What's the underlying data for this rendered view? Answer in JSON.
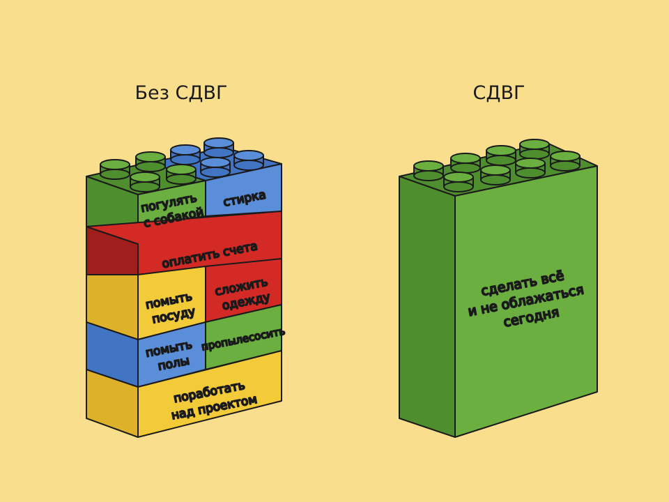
{
  "headings": {
    "left": "Без СДВГ",
    "right": "СДВГ"
  },
  "colors": {
    "background": "#F9DE8E",
    "green": "#6AAF3F",
    "green_dark": "#4E8E2E",
    "blue": "#5B8ED8",
    "blue_dark": "#4274C4",
    "red": "#D32A25",
    "red_dark": "#A01E1B",
    "yellow": "#F3CB38",
    "yellow_dark": "#DDB12A",
    "outline": "#1a1a1a"
  },
  "left_blocks": {
    "walk_dog": [
      "погулять",
      "с собакой"
    ],
    "laundry": [
      "стирка"
    ],
    "pay_bills": [
      "оплатить счета"
    ],
    "wash_dishes": [
      "помыть",
      "посуду"
    ],
    "fold_clothes": [
      "сложить",
      "одежду"
    ],
    "wash_floors": [
      "помыть",
      "полы"
    ],
    "vacuum": [
      "пропылесосить"
    ],
    "work_project": [
      "поработать",
      "над проектом"
    ]
  },
  "right_block": {
    "label": [
      "сделать всё",
      "и не облажаться",
      "сегодня"
    ]
  }
}
